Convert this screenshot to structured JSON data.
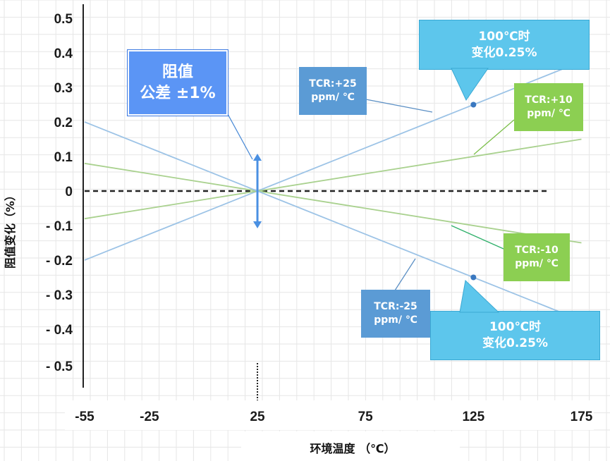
{
  "chart_data": {
    "type": "line",
    "xlabel": "环境温度 （℃）",
    "ylabel": "阻值变化（%）",
    "x_ticks": [
      "-55",
      "-25",
      "25",
      "75",
      "125",
      "175"
    ],
    "y_ticks": [
      "0.5",
      "0.4",
      "0.3",
      "0.2",
      "0.1",
      "0",
      "- 0.1",
      "- 0.2",
      "- 0.3",
      "- 0.4",
      "- 0.5"
    ],
    "xlim": [
      -55,
      175
    ],
    "ylim": [
      -0.5,
      0.5
    ],
    "reference_x": 25,
    "series": [
      {
        "name": "TCR:+25 ppm/ ℃",
        "tcr_ppm": 25,
        "color": "#9cc3e6",
        "x": [
          -55,
          175
        ],
        "y": [
          -0.2,
          0.375
        ]
      },
      {
        "name": "TCR:+10 ppm/ ℃",
        "tcr_ppm": 10,
        "color": "#a9d18e",
        "x": [
          -55,
          175
        ],
        "y": [
          -0.08,
          0.15
        ]
      },
      {
        "name": "TCR:-10 ppm/ ℃",
        "tcr_ppm": -10,
        "color": "#a9d18e",
        "x": [
          -55,
          175
        ],
        "y": [
          0.08,
          -0.15
        ]
      },
      {
        "name": "TCR:-25 ppm/ ℃",
        "tcr_ppm": -25,
        "color": "#9cc3e6",
        "x": [
          -55,
          175
        ],
        "y": [
          0.2,
          -0.375
        ]
      }
    ],
    "points": [
      {
        "x": 125,
        "y": 0.25
      },
      {
        "x": 125,
        "y": -0.25
      }
    ],
    "tolerance_arrow": {
      "x": 25,
      "y_min": -0.1,
      "y_max": 0.1
    }
  },
  "callouts": {
    "tolerance": {
      "line1": "阻值",
      "line2": "公差 ±1%"
    },
    "tcr_p25": {
      "line1": "TCR:+25",
      "line2": "ppm/ ℃"
    },
    "tcr_p10": {
      "line1": "TCR:+10",
      "line2": "ppm/ ℃"
    },
    "tcr_m10": {
      "line1": "TCR:-10",
      "line2": "ppm/ ℃"
    },
    "tcr_m25": {
      "line1": "TCR:-25",
      "line2": "ppm/ ℃"
    },
    "change_top": {
      "line1": "100℃时",
      "line2": "变化0.25%"
    },
    "change_bottom": {
      "line1": "100℃时",
      "line2": "变化0.25%"
    }
  },
  "colors": {
    "blue_line": "#9cc3e6",
    "green_line": "#a9d18e",
    "blue_box": "#5b9bd5",
    "bright_blue_box": "#5b95f5",
    "cyan_box": "#5dc6ec",
    "green_box": "#8ccf52",
    "arrow": "#4a90e2",
    "point": "#3a78c0"
  }
}
